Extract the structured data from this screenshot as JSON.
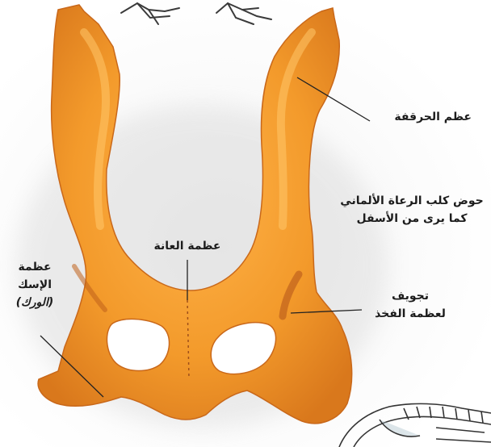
{
  "colors": {
    "bone": "#f39a2b",
    "bone_shadow": "#c9681a",
    "bone_highlight": "#ffbe5a",
    "leader_line": "#222222",
    "text": "#1c1c1c",
    "skeleton": "#333333"
  },
  "labels": {
    "ilium": "عظم الحرقفة",
    "caption_line1": "حوض كلب الرعاة الألماني",
    "caption_line2": "كما يرى من الأسفل",
    "pubis": "عظمة العانة",
    "ischium_line1": "عظمة",
    "ischium_line2": "الإسك",
    "ischium_line3": "(الورك)",
    "acetabulum_line1": "تجويف",
    "acetabulum_line2": "لعظمة الفخذ"
  }
}
